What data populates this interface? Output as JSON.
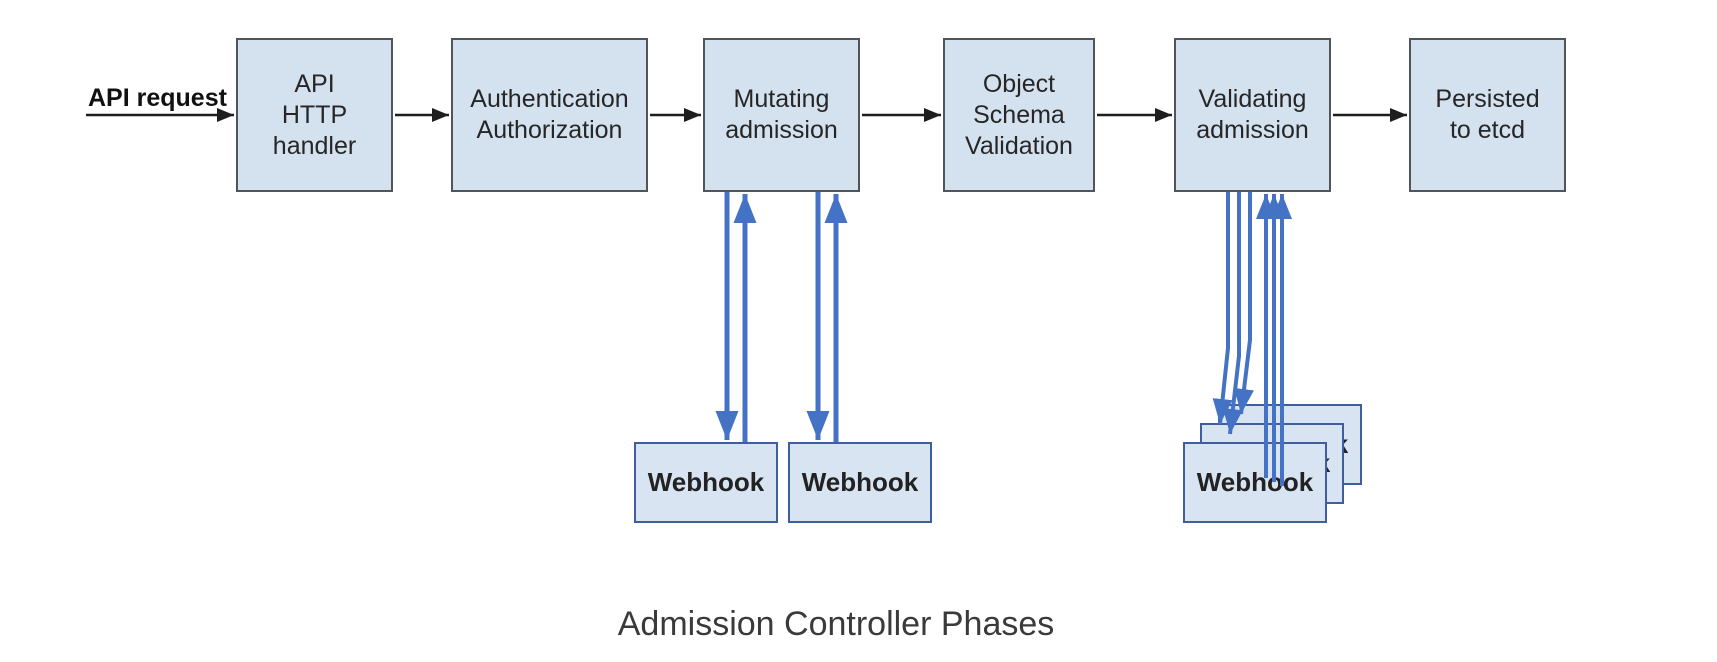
{
  "caption": "Admission Controller Phases",
  "flow": {
    "input_label": "API request",
    "phases": [
      {
        "label": "API\nHTTP\nhandler"
      },
      {
        "label": "Authentication\nAuthorization"
      },
      {
        "label": "Mutating\nadmission"
      },
      {
        "label": "Object\nSchema\nValidation"
      },
      {
        "label": "Validating\nadmission"
      },
      {
        "label": "Persisted\nto etcd"
      }
    ],
    "mutating_webhooks": [
      {
        "label": "Webhook"
      },
      {
        "label": "Webhook"
      }
    ],
    "validating_webhooks": [
      {
        "label": "Webhook"
      },
      {
        "label": "Webhook"
      },
      {
        "label": "Webhook"
      }
    ]
  },
  "colors": {
    "background": "#ffffff",
    "box_fill": "#d4e1ef",
    "webhook_box_fill": "#d9e4f3",
    "phase_box_border": "#50555b",
    "webhook_box_border": "#3e5e9d",
    "flow_arrow": "#1e1e1e",
    "webhook_arrow": "#4472c4",
    "box_text": "#262626",
    "caption_text": "#3a3a3a"
  }
}
